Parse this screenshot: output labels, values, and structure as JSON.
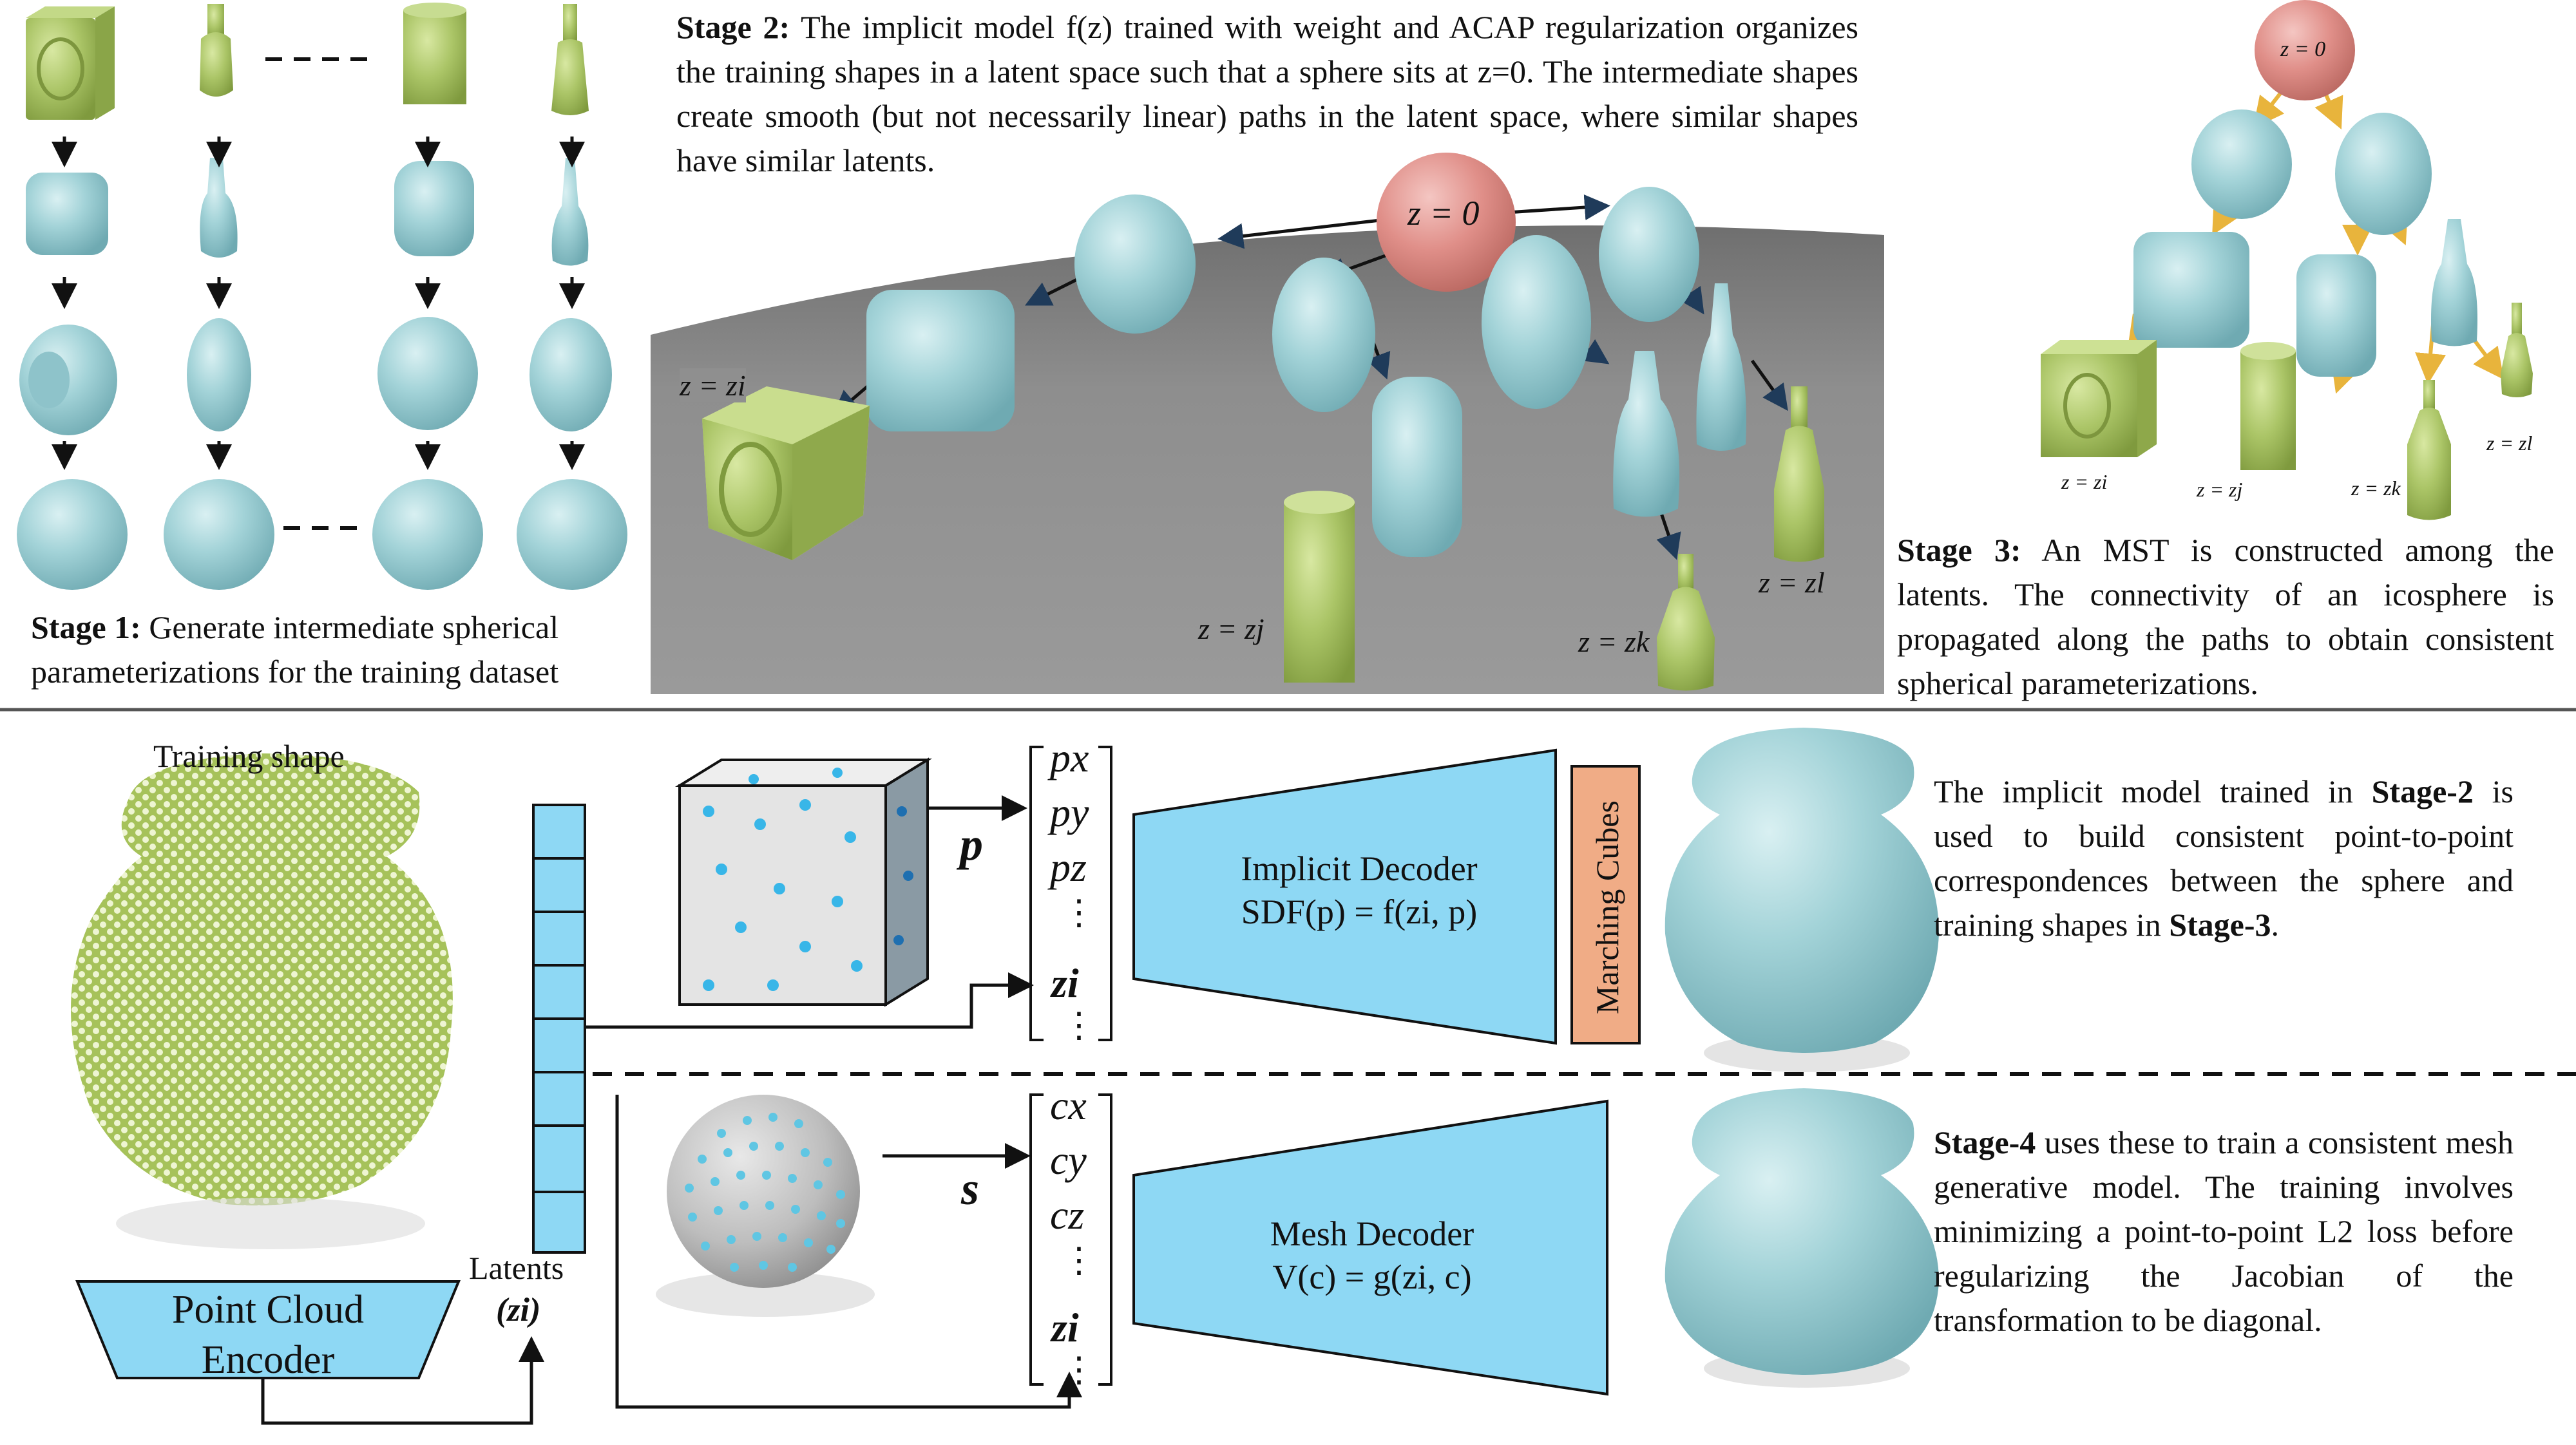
{
  "stage1": {
    "title": "Stage 1:",
    "text": "Generate intermediate spherical parameterizations for the training dataset"
  },
  "stage2": {
    "title": "Stage 2:",
    "text": "The implicit model f(z) trained with weight and ACAP regularization organizes the training shapes in a latent space such that a sphere sits at z=0. The intermediate shapes create smooth (but not necessarily linear) paths in the latent space, where similar shapes have similar latents.",
    "labels": {
      "origin": "z = 0",
      "zi": "z = zi",
      "zj": "z = zj",
      "zk": "z = zk",
      "zl": "z = zl"
    }
  },
  "stage3": {
    "title": "Stage 3:",
    "text": "An MST is constructed among the latents. The connectivity of an icosphere is propagated along the paths to obtain consistent spherical parameterizations.",
    "labels": {
      "origin": "z = 0",
      "zi": "z = zi",
      "zj": "z = zj",
      "zk": "z = zk",
      "zl": "z = zl"
    }
  },
  "bottom": {
    "training_shape": "Training shape",
    "encoder": "Point Cloud Encoder",
    "latents": "Latents",
    "latents_sym": "(zi)",
    "p_vec": [
      "px",
      "py",
      "pz",
      "⋮",
      "zi",
      "⋮"
    ],
    "c_vec": [
      "cx",
      "cy",
      "cz",
      "⋮",
      "zi",
      "⋮"
    ],
    "p_label": "p",
    "s_label": "s",
    "implicit_decoder": "Implicit Decoder",
    "implicit_formula": "SDF(p) = f(zi, p)",
    "mesh_decoder": "Mesh Decoder",
    "mesh_formula": "V(c) = g(zi, c)",
    "marching_cubes": "Marching Cubes",
    "stage2_note": {
      "pre": "The implicit model trained in",
      "b1": "Stage-2",
      "mid": "is used to build consistent point-to-point correspondences between the sphere and training shapes in",
      "b2": "Stage-3",
      "post": "."
    },
    "stage4_note": {
      "b1": "Stage-4",
      "text": "uses these to train a consistent mesh generative model. The training involves minimizing a point-to-point L2 loss before regularizing the Jacobian of the transformation to be diagonal."
    }
  },
  "colors": {
    "shape_blue": "#9ccdd3",
    "shape_green": "#a9c265",
    "latent_blue": "#8ed8f4",
    "decoder_blue": "#8ed8f4",
    "marching_orange": "#f0ac86",
    "origin_red": "#e28f8a",
    "plane_gray": "#8f8f8f"
  }
}
